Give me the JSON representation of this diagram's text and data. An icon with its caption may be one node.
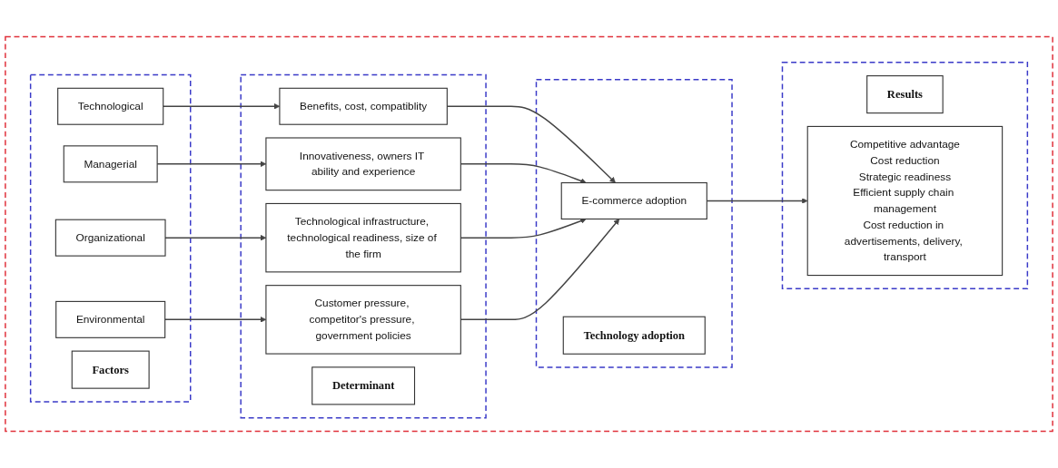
{
  "diagram": {
    "nodes": [
      {
        "text": [],
        "shape": "box"
      },
      {
        "text": [],
        "shape": "box",
        "in": 0
      },
      {
        "text": [
          "Factors"
        ],
        "in": 1
      },
      {
        "text": [
          "Technological"
        ],
        "in": 1
      },
      {
        "text": [
          "Managerial"
        ],
        "in": 1
      },
      {
        "text": [
          "Organizational"
        ],
        "in": 1
      },
      {
        "text": [
          "Environmental"
        ],
        "in": 1
      },
      {
        "text": [],
        "shape": "box",
        "in": 0
      },
      {
        "text": [
          "Determinant"
        ],
        "in": 7
      },
      {
        "text": [
          "Benefits, cost, compatiblity"
        ],
        "in": 7
      },
      {
        "text": [
          "Innovativeness, owners IT ability and experience"
        ],
        "in": 7
      },
      {
        "text": [
          "Technological infrastructure, technological readiness, size of the firm"
        ],
        "in": 7
      },
      {
        "text": [
          "Customer pressure, competitor's pressure, government policies"
        ],
        "in": 7
      },
      {
        "text": [],
        "shape": "box",
        "in": 0
      },
      {
        "text": [
          "Technology adoption"
        ],
        "in": 13
      },
      {
        "text": [
          "E-commerce adoption"
        ],
        "in": 13
      },
      {
        "text": [],
        "shape": "box",
        "in": 0
      },
      {
        "text": [
          "Results"
        ],
        "in": 16
      },
      {
        "text": [
          "Competitive advantage",
          "Cost reduction",
          "Strategic readiness",
          "Efficient supply chain management",
          "Cost reduction in advertisements, delivery, transport"
        ],
        "in": 16
      }
    ],
    "edges": [
      {
        "from": 3,
        "to": 9,
        "arrow": "to"
      },
      {
        "from": 4,
        "to": 10,
        "arrow": "to"
      },
      {
        "from": 5,
        "to": 11,
        "arrow": "to"
      },
      {
        "from": 6,
        "to": 12,
        "arrow": "to"
      },
      {
        "from": 9,
        "to": 15,
        "arrow": "to"
      },
      {
        "from": 10,
        "to": 15,
        "arrow": "to"
      },
      {
        "from": 11,
        "to": 15,
        "arrow": "to"
      },
      {
        "from": 12,
        "to": 15,
        "arrow": "to"
      },
      {
        "from": 15,
        "to": 18,
        "arrow": "to"
      }
    ]
  }
}
